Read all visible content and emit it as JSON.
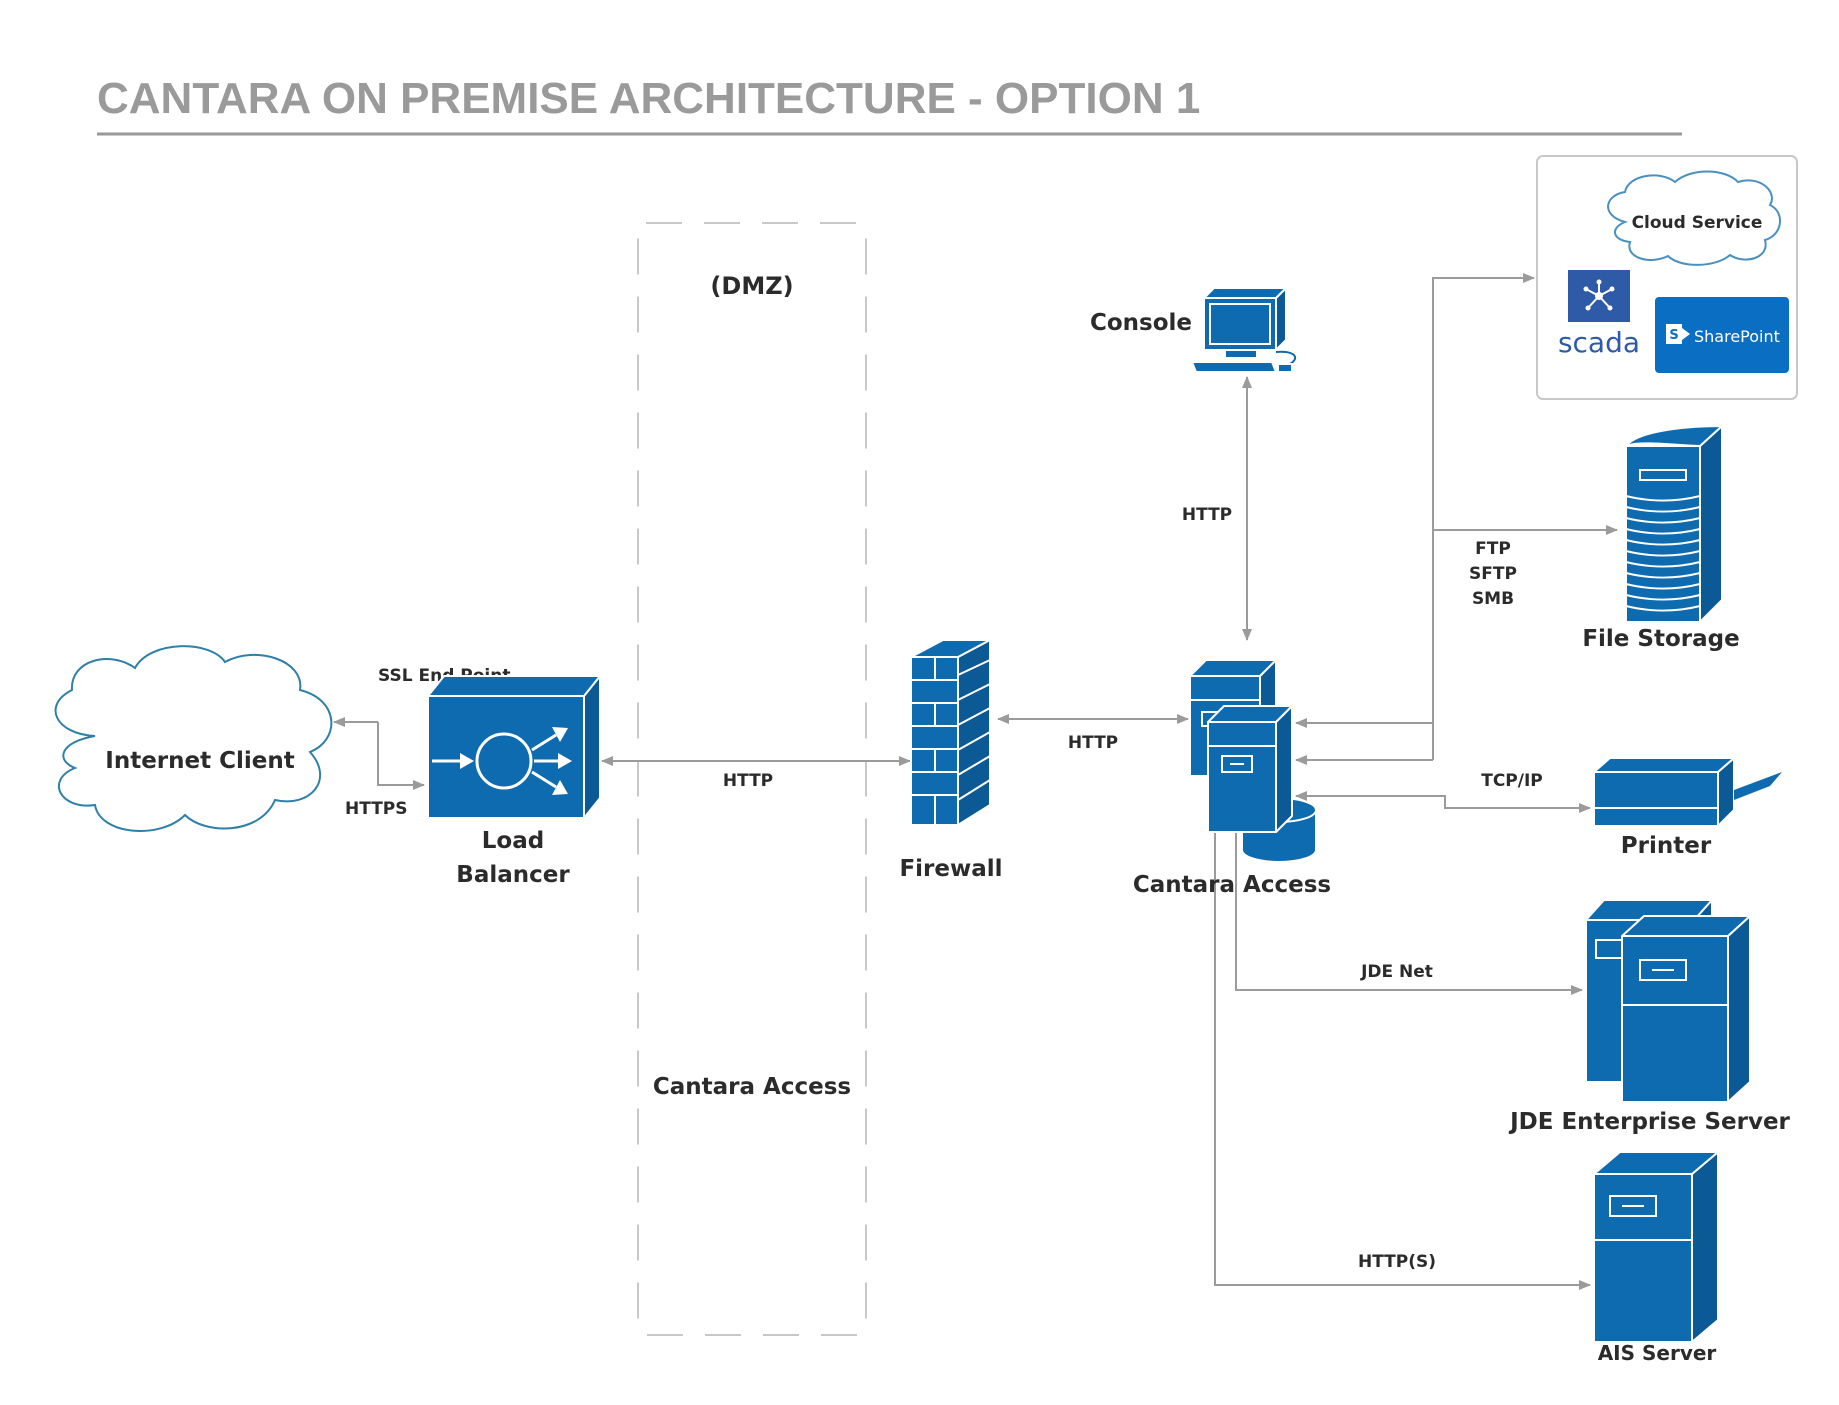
{
  "title": "CANTARA ON PREMISE ARCHITECTURE - OPTION 1",
  "colors": {
    "device_blue": "#0f6bb0",
    "title_gray": "#9a9a9a",
    "connector_gray": "#9b9b9b",
    "sharepoint_blue": "#0a6fc2",
    "scada_blue": "#2f5aa8"
  },
  "zones": {
    "dmz_label": "(DMZ)",
    "dmz_content": "Cantara Access"
  },
  "nodes": {
    "internet_client": "Internet Client",
    "load_balancer_line1": "Load",
    "load_balancer_line2": "Balancer",
    "firewall": "Firewall",
    "cantara_access": "Cantara Access",
    "console": "Console",
    "file_storage": "File Storage",
    "printer": "Printer",
    "jde_server": "JDE Enterprise Server",
    "ais_server": "AIS Server",
    "cloud_service": "Cloud Service",
    "scada_logo": "scada",
    "sharepoint_logo": "SharePoint"
  },
  "connections": {
    "ssl_end_point": "SSL End Point",
    "https": "HTTPS",
    "lb_firewall": "HTTP",
    "firewall_cantara": "HTTP",
    "console_cantara": "HTTP",
    "storage_protocols": [
      "FTP",
      "SFTP",
      "SMB"
    ],
    "printer": "TCP/IP",
    "jde": "JDE Net",
    "ais": "HTTP(S)"
  }
}
